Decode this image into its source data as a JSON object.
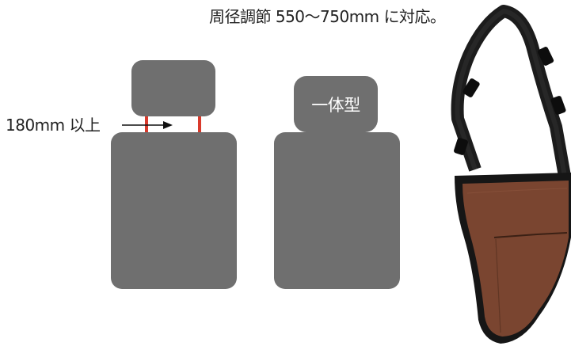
{
  "caption": "周径調節 550〜750mm に対応。",
  "headrest_gap_label": "180mm 以上",
  "integrated_headrest_label": "一体型",
  "colors": {
    "seat_gray": "#6f6f6f",
    "headrest_stay_red": "#d93a2c",
    "bag_brown": "#7a4530",
    "strap_black": "#1a1a1a"
  },
  "icons": {
    "arrow": "arrow-right-icon",
    "product": "seat-back-storage-bag"
  }
}
